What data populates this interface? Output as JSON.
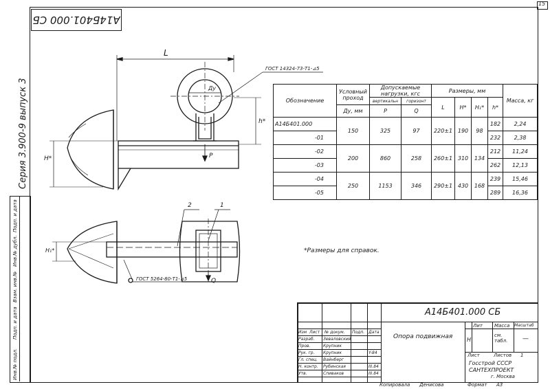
{
  "sheet": {
    "page_number": "15",
    "rotated_code": "А14Б401.000 СБ",
    "series": "Серия 3.900-9 выпуск 3"
  },
  "side_stamp": [
    "Инв.№ подл.",
    "Подп. и дата",
    "Взам. инв.№",
    "Инв.№ дубл.",
    "Подп. и дата"
  ],
  "drawing": {
    "gost_top": "ГОСТ 14324-73-Т1-⊿5",
    "gost_bottom": "ГОСТ 5264-80-Т1-⊿5",
    "dim_L": "L",
    "dim_Dy": "Ду",
    "dim_H_star": "H*",
    "dim_h_star": "h*",
    "dim_H1_star": "H₁*",
    "force_P": "P",
    "force_Q": "Q",
    "pos_1": "1",
    "pos_2": "2"
  },
  "table": {
    "header": {
      "designation": "Обозначение",
      "dn": "Условный проход",
      "dn_unit": "Ду, мм",
      "loads": "Допускаемые нагрузки, кгс",
      "vertical": "вертикальн",
      "horizontal": "горизонт",
      "P": "P",
      "Q": "Q",
      "sizes": "Размеры, мм",
      "L": "L",
      "H": "H*",
      "H1": "H₁*",
      "h": "h*",
      "mass": "Масса, кг"
    },
    "rows": [
      {
        "designation": "А14Б401.000",
        "dn": "150",
        "P": "325",
        "Q": "97",
        "L": "220±1",
        "H": "190",
        "H1": "98",
        "h": "182",
        "mass": "2,24"
      },
      {
        "designation": "-01",
        "h": "232",
        "mass": "2,38"
      },
      {
        "designation": "-02",
        "dn": "200",
        "P": "860",
        "Q": "258",
        "L": "260±1",
        "H": "310",
        "H1": "134",
        "h": "212",
        "mass": "11,24"
      },
      {
        "designation": "-03",
        "h": "262",
        "mass": "12,13"
      },
      {
        "designation": "-04",
        "dn": "250",
        "P": "1153",
        "Q": "346",
        "L": "290±1",
        "H": "430",
        "H1": "168",
        "h": "239",
        "mass": "15,46"
      },
      {
        "designation": "-05",
        "h": "289",
        "mass": "16,36"
      }
    ]
  },
  "note": "*Размеры для справок.",
  "title_block": {
    "code": "А14Б401.000 СБ",
    "name": "Опора подвижная",
    "cols": [
      "Изм",
      "Лист",
      "№ докум.",
      "Подп.",
      "Дата"
    ],
    "people": [
      {
        "role": "Разраб.",
        "name": "Зеваловский",
        "date": ""
      },
      {
        "role": "Пров.",
        "name": "Крупник",
        "date": ""
      },
      {
        "role": "Рук. гр.",
        "name": "Крупник",
        "date": "Y-84"
      },
      {
        "role": "Гл. спец.",
        "name": "Вайнберг",
        "date": ""
      },
      {
        "role": "Н. контр.",
        "name": "Рубинская",
        "date": "III.84"
      },
      {
        "role": "Утв.",
        "name": "Спиваков",
        "date": "III.84"
      }
    ],
    "lit_label": "Лит",
    "lit_value": "Н",
    "mass_label": "Масса",
    "mass_value": "см. табл.",
    "scale_label": "Масштаб",
    "scale_value": "—",
    "sheet_label": "Лист",
    "sheets_label": "Листов",
    "sheets_value": "1",
    "org_line1": "Госстрой СССР",
    "org_line2": "САНТЕХПРОЕКТ",
    "org_line3": "г. Москва",
    "copied": "Копировала",
    "copied_name": "Денисова",
    "format_label": "Формат",
    "format_value": "А3"
  }
}
